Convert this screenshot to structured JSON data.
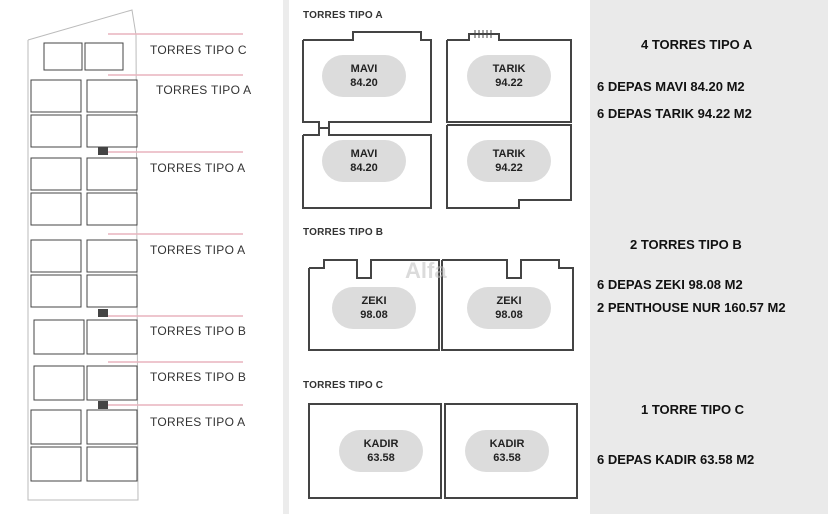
{
  "site_plan": {
    "labels": [
      "TORRES TIPO C",
      "TORRES TIPO A",
      "TORRES TIPO A",
      "TORRES TIPO A",
      "TORRES TIPO B",
      "TORRES TIPO B",
      "TORRES TIPO A"
    ]
  },
  "floor_plans": {
    "tipo_a": {
      "header": "TORRES TIPO A",
      "units": [
        {
          "name": "MAVI",
          "area": "84.20"
        },
        {
          "name": "TARIK",
          "area": "94.22"
        },
        {
          "name": "MAVI",
          "area": "84.20"
        },
        {
          "name": "TARIK",
          "area": "94.22"
        }
      ]
    },
    "tipo_b": {
      "header": "TORRES TIPO B",
      "units": [
        {
          "name": "ZEKI",
          "area": "98.08"
        },
        {
          "name": "ZEKI",
          "area": "98.08"
        }
      ]
    },
    "tipo_c": {
      "header": "TORRES TIPO C",
      "units": [
        {
          "name": "KADIR",
          "area": "63.58"
        },
        {
          "name": "KADIR",
          "area": "63.58"
        }
      ]
    },
    "watermark": "Alfa"
  },
  "summary": {
    "a_title": "4 TORRES TIPO A",
    "a_line1": "6 DEPAS MAVI 84.20 M2",
    "a_line2": "6 DEPAS TARIK 94.22 M2",
    "b_title": "2 TORRES TIPO B",
    "b_line1": "6 DEPAS  ZEKI 98.08 M2",
    "b_line2": "2 PENTHOUSE NUR 160.57 M2",
    "c_title": "1 TORRE TIPO C",
    "c_line1": "6 DEPAS  KADIR 63.58 M2"
  }
}
